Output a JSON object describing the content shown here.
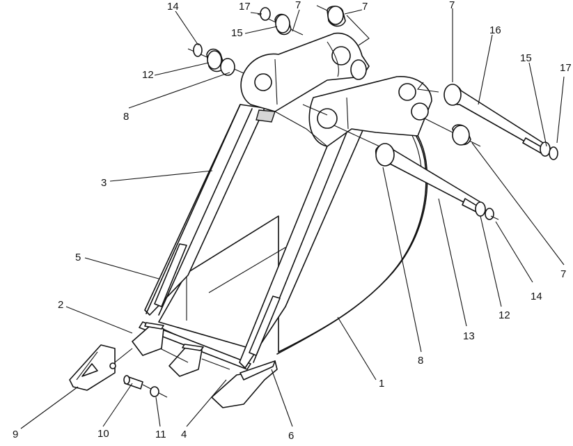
{
  "diagram": {
    "callouts": [
      {
        "id": "c14a",
        "text": "14"
      },
      {
        "id": "c17a",
        "text": "17"
      },
      {
        "id": "c7a",
        "text": "7"
      },
      {
        "id": "c7b",
        "text": "7"
      },
      {
        "id": "c7c",
        "text": "7"
      },
      {
        "id": "c16",
        "text": "16"
      },
      {
        "id": "c15a",
        "text": "15"
      },
      {
        "id": "c15b",
        "text": "15"
      },
      {
        "id": "c17b",
        "text": "17"
      },
      {
        "id": "c12a",
        "text": "12"
      },
      {
        "id": "c8a",
        "text": "8"
      },
      {
        "id": "c3",
        "text": "3"
      },
      {
        "id": "c5",
        "text": "5"
      },
      {
        "id": "c2",
        "text": "2"
      },
      {
        "id": "c9",
        "text": "9"
      },
      {
        "id": "c10",
        "text": "10"
      },
      {
        "id": "c11",
        "text": "11"
      },
      {
        "id": "c4",
        "text": "4"
      },
      {
        "id": "c6",
        "text": "6"
      },
      {
        "id": "c1",
        "text": "1"
      },
      {
        "id": "c8b",
        "text": "8"
      },
      {
        "id": "c13",
        "text": "13"
      },
      {
        "id": "c12b",
        "text": "12"
      },
      {
        "id": "c14b",
        "text": "14"
      },
      {
        "id": "c7d",
        "text": "7"
      }
    ]
  }
}
